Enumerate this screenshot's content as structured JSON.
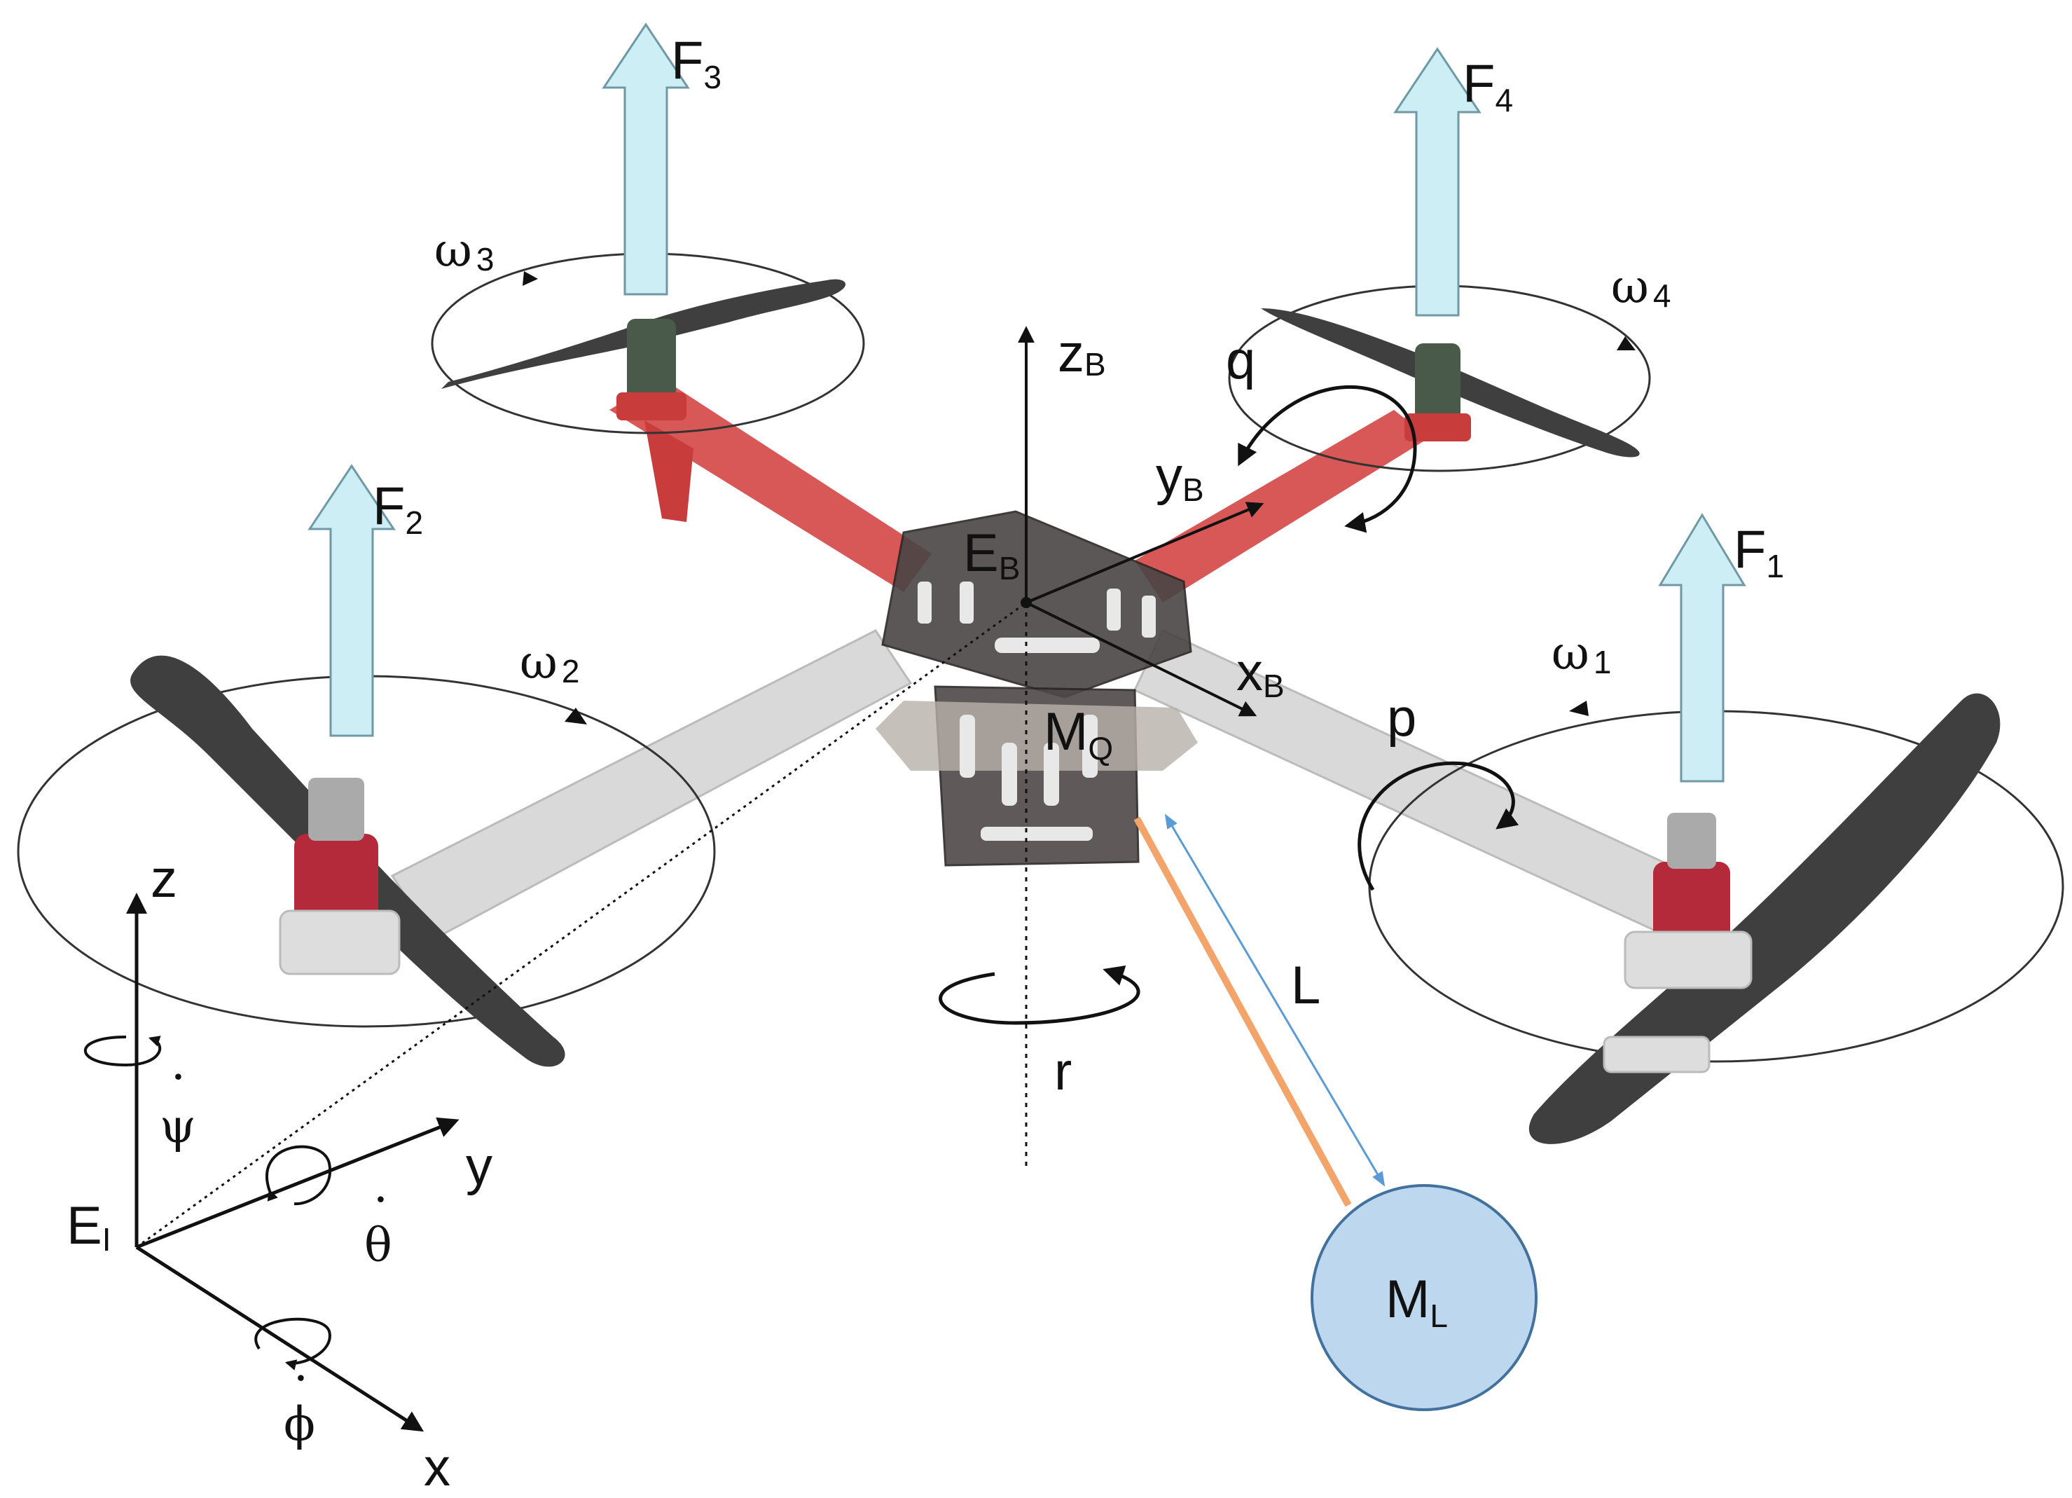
{
  "colors": {
    "thrust_arrow": "#cdeef5",
    "thrust_arrow_stroke": "#6f9aa5",
    "frame_red": "#d54a4a",
    "frame_light": "#d9d9d9",
    "plate_dark": "#4a4545",
    "propeller": "#3f3f3f",
    "motor": "#b52a3a",
    "tether": "#f2a46b",
    "length_arrow": "#5b9bd5",
    "load_fill": "#bdd7ee",
    "load_stroke": "#41719c"
  },
  "forces": {
    "f1": {
      "main": "F",
      "sub": "1"
    },
    "f2": {
      "main": "F",
      "sub": "2"
    },
    "f3": {
      "main": "F",
      "sub": "3"
    },
    "f4": {
      "main": "F",
      "sub": "4"
    }
  },
  "rotor_speeds": {
    "w1": {
      "main": "ω",
      "sub": "1"
    },
    "w2": {
      "main": "ω",
      "sub": "2"
    },
    "w3": {
      "main": "ω",
      "sub": "3"
    },
    "w4": {
      "main": "ω",
      "sub": "4"
    }
  },
  "body_frame": {
    "origin": {
      "main": "E",
      "sub": "B"
    },
    "x": {
      "main": "x",
      "sub": "B"
    },
    "y": {
      "main": "y",
      "sub": "B"
    },
    "z": {
      "main": "z",
      "sub": "B"
    }
  },
  "body_rates": {
    "p": "p",
    "q": "q",
    "r": "r"
  },
  "inertial_frame": {
    "origin": {
      "main": "E",
      "sub": "I"
    },
    "x": "x",
    "y": "y",
    "z": "z",
    "psi_dot": "ψ",
    "theta_dot": "θ",
    "phi_dot": "ϕ",
    "dot": "·"
  },
  "quad_mass": {
    "main": "M",
    "sub": "Q"
  },
  "cable_length": "L",
  "load_mass": {
    "main": "M",
    "sub": "L"
  }
}
